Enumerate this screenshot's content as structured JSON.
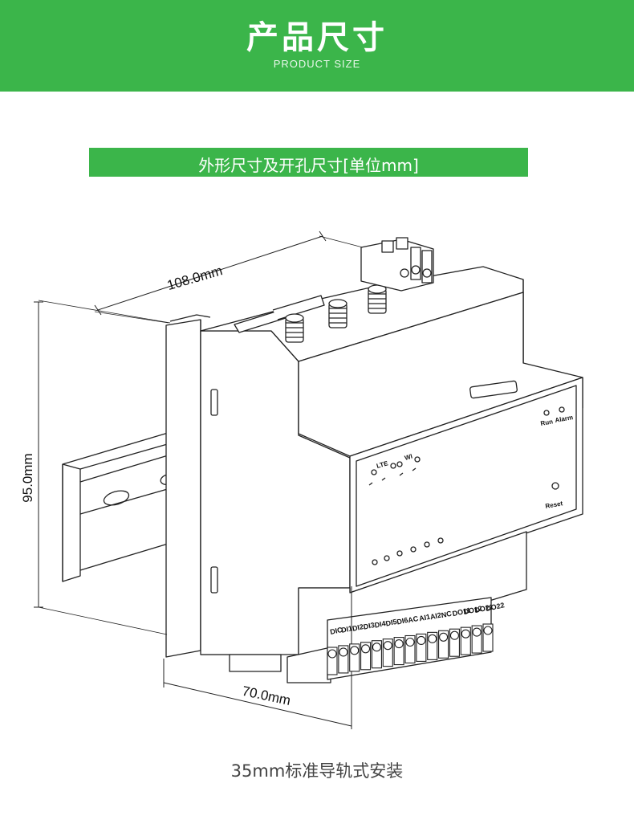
{
  "header": {
    "title": "产品尺寸",
    "subtitle": "PRODUCT SIZE"
  },
  "section": {
    "title": "外形尺寸及开孔尺寸[单位mm]"
  },
  "dimensions": {
    "depth": "108.0mm",
    "height": "95.0mm",
    "width": "70.0mm"
  },
  "device": {
    "indicators": {
      "run": "Run",
      "alarm": "Alarm"
    },
    "reset_label": "Reset",
    "panel_lte": "LTE",
    "panel_wifi": "WI",
    "terminal_labels": [
      "DIC",
      "DI1",
      "DI2",
      "DI3",
      "DI4",
      "DI5",
      "DI6",
      "AC",
      "AI1",
      "AI2",
      "NC",
      "DO11",
      "DO12",
      "DO21",
      "DO22"
    ]
  },
  "footer": {
    "caption": "35mm标准导轨式安装"
  },
  "colors": {
    "accent": "#3bb54a",
    "line": "#222222"
  }
}
